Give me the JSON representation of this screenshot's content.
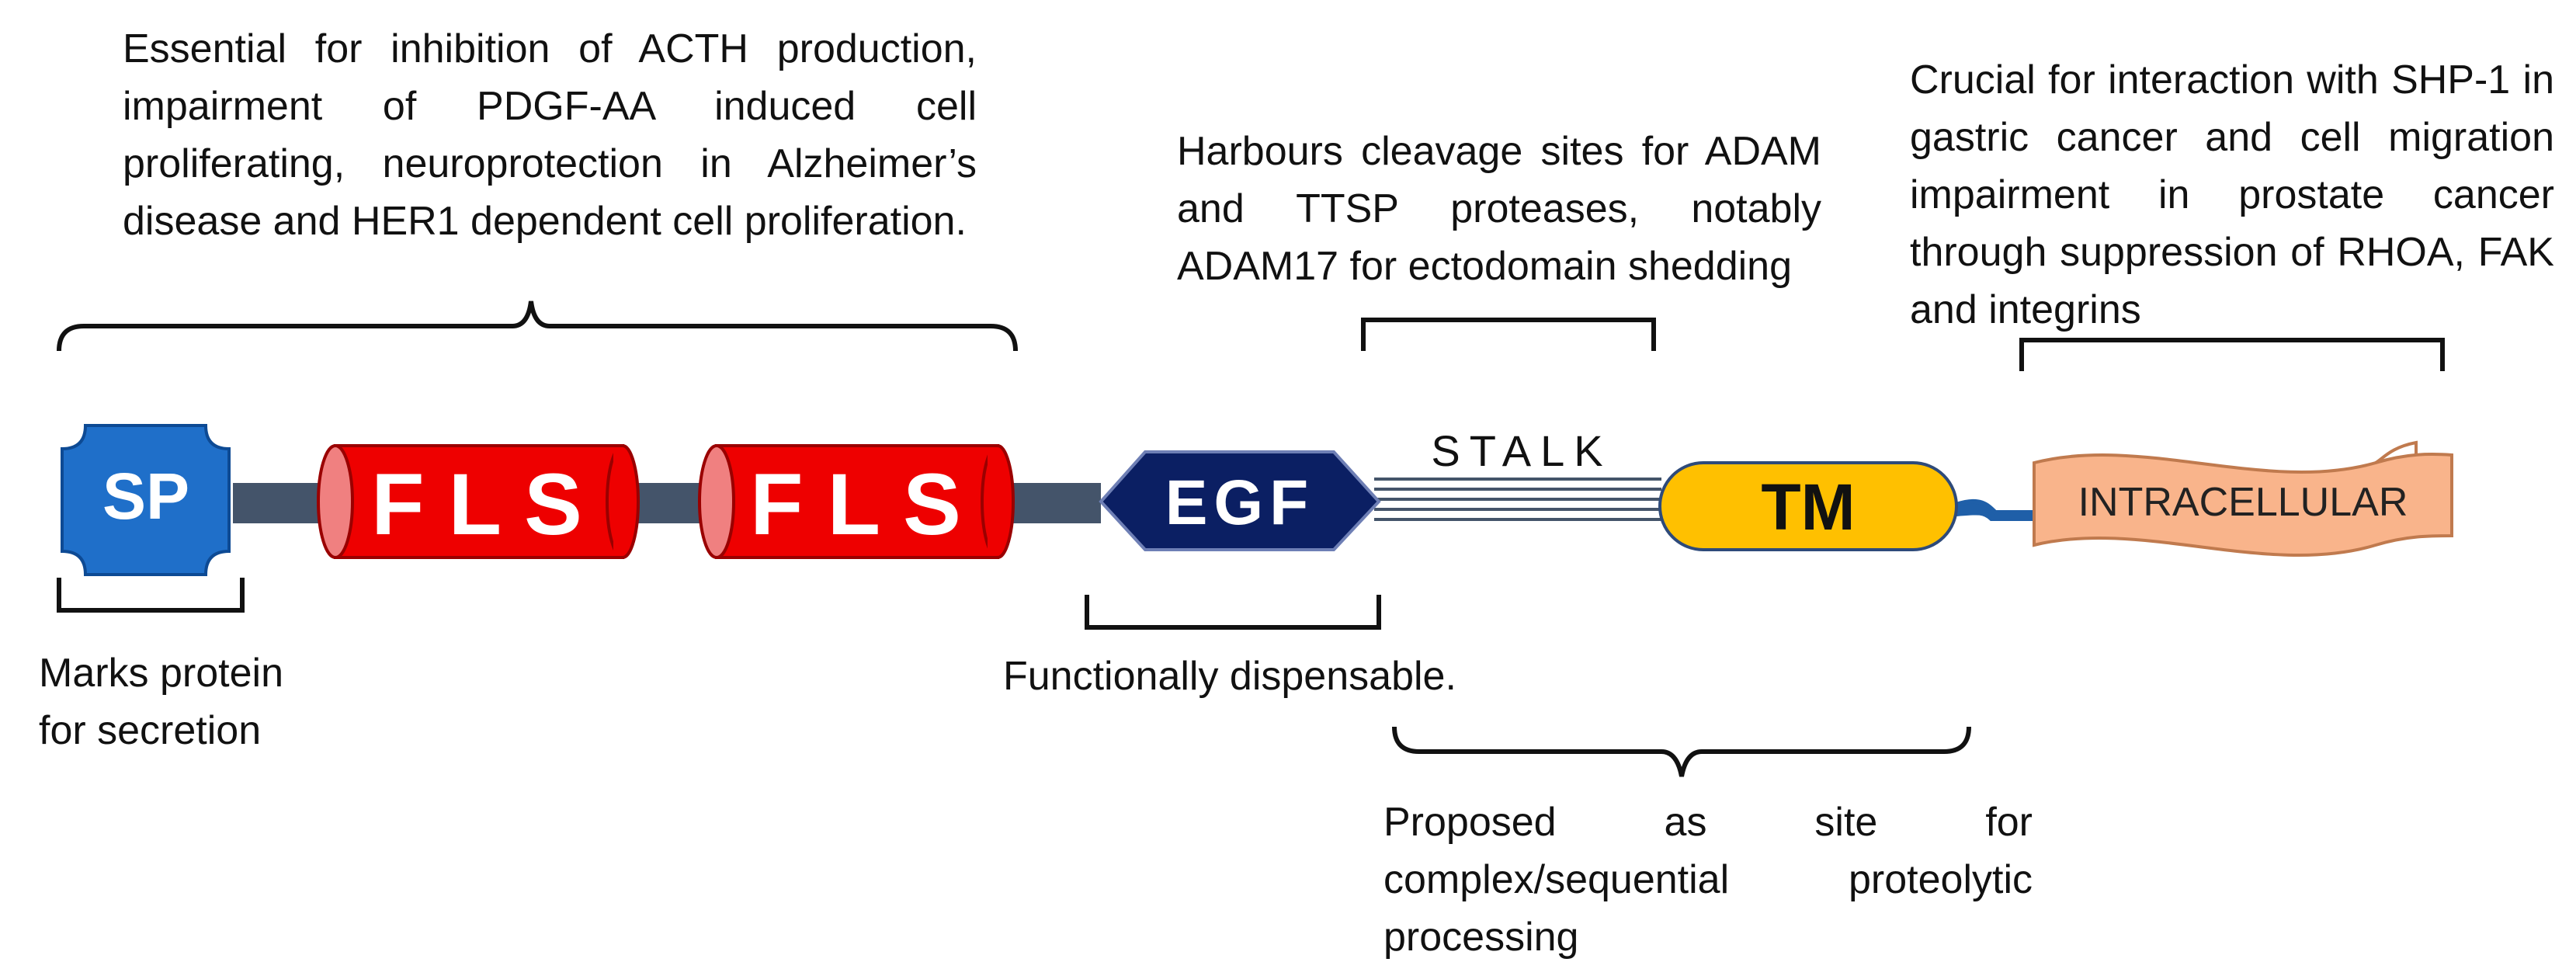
{
  "domains": {
    "sp": {
      "label": "SP",
      "color": "#1f6fc9"
    },
    "fls1": {
      "label": "F L S",
      "color": "#ee0000"
    },
    "fls2": {
      "label": "F L S",
      "color": "#ee0000"
    },
    "egf": {
      "label": "EGF",
      "color": "#0b1f63"
    },
    "stalk": {
      "label": "STALK"
    },
    "tm": {
      "label": "TM",
      "color": "#ffc000"
    },
    "intracellular": {
      "label": "INTRACELLULAR",
      "color": "#f9b48b"
    },
    "linker_color": "#44546a"
  },
  "annotations": {
    "fls": "Essential for inhibition of ACTH production, impairment of PDGF-AA induced cell proliferating, neuroprotection in Alzheimer’s disease and HER1 dependent cell proliferation.",
    "stalk": "Harbours cleavage sites for ADAM and TTSP proteases, notably ADAM17 for ectodomain shedding",
    "intracellular": "Crucial for interaction with SHP-1 in gastric cancer and cell migration impairment in prostate cancer through suppression of RHOA, FAK and integrins",
    "sp": "Marks protein for secretion",
    "egf": "Functionally dispensable.",
    "tm_region": "Proposed as site for complex/sequential proteolytic processing"
  }
}
